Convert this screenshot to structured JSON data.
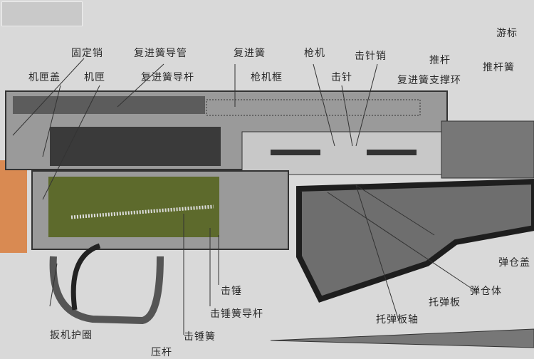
{
  "labels": {
    "fixing_pin": "固定销",
    "recoil_guide_tube": "复进簧导管",
    "recoil_spring": "复进簧",
    "bolt": "枪机",
    "firing_pin_retainer": "击针销",
    "rear_sight_slide": "游标",
    "receiver_cover": "机匣盖",
    "receiver": "机匣",
    "recoil_guide_rod": "复进簧导杆",
    "bolt_carrier": "枪机框",
    "firing_pin": "击针",
    "push_rod": "推杆",
    "push_rod_spring": "推杆簧",
    "recoil_spring_ring": "复进簧支撑环",
    "follower": "托弹板",
    "magazine_body": "弹仓体",
    "magazine_cover": "弹仓盖",
    "follower_axis": "托弹板轴",
    "hammer": "击锤",
    "hammer_spring_guide": "击锤簧导杆",
    "hammer_spring": "击锤簧",
    "trigger_guard": "扳机护圈",
    "lever": "压杆"
  },
  "colors": {
    "background": "#d9d9d9",
    "steel": "#8f8f8f",
    "dark": "#2b2b2b",
    "wood": "#d98a52",
    "olive": "#5d6a2c"
  }
}
